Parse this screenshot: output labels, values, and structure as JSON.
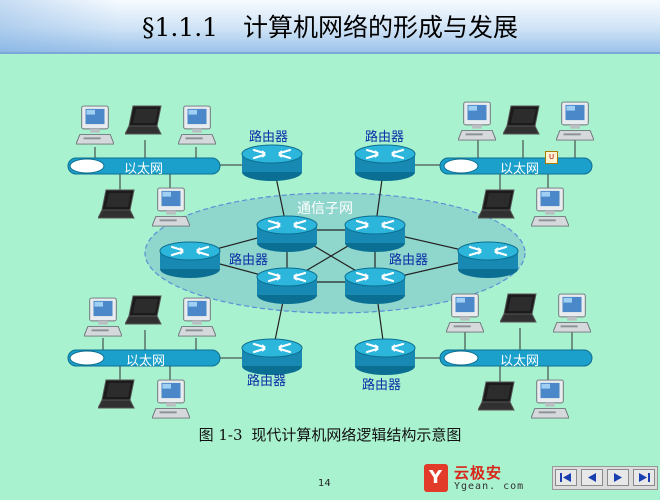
{
  "header": {
    "title": "§1.1.1　计算机网络的形成与发展"
  },
  "diagram": {
    "router_label": "路由器",
    "ethernet_label": "以太网",
    "subnet_label": "通信子网"
  },
  "caption": {
    "figure_no": "图 1-3",
    "text": "现代计算机网络逻辑结构示意图"
  },
  "footer": {
    "page_number": "14",
    "logo_brand": "云极安",
    "logo_site": "Ygean. com"
  },
  "colors": {
    "background": "#a9f2cf",
    "router": "#1fa3c9",
    "bus": "#1ba0cc",
    "subnet_ellipse": "#8fd6cc",
    "label": "#0a2ea6"
  },
  "icons": [
    "router-icon",
    "desktop-computer-icon",
    "laptop-icon",
    "first-slide-icon",
    "prev-slide-icon",
    "next-slide-icon",
    "last-slide-icon"
  ]
}
